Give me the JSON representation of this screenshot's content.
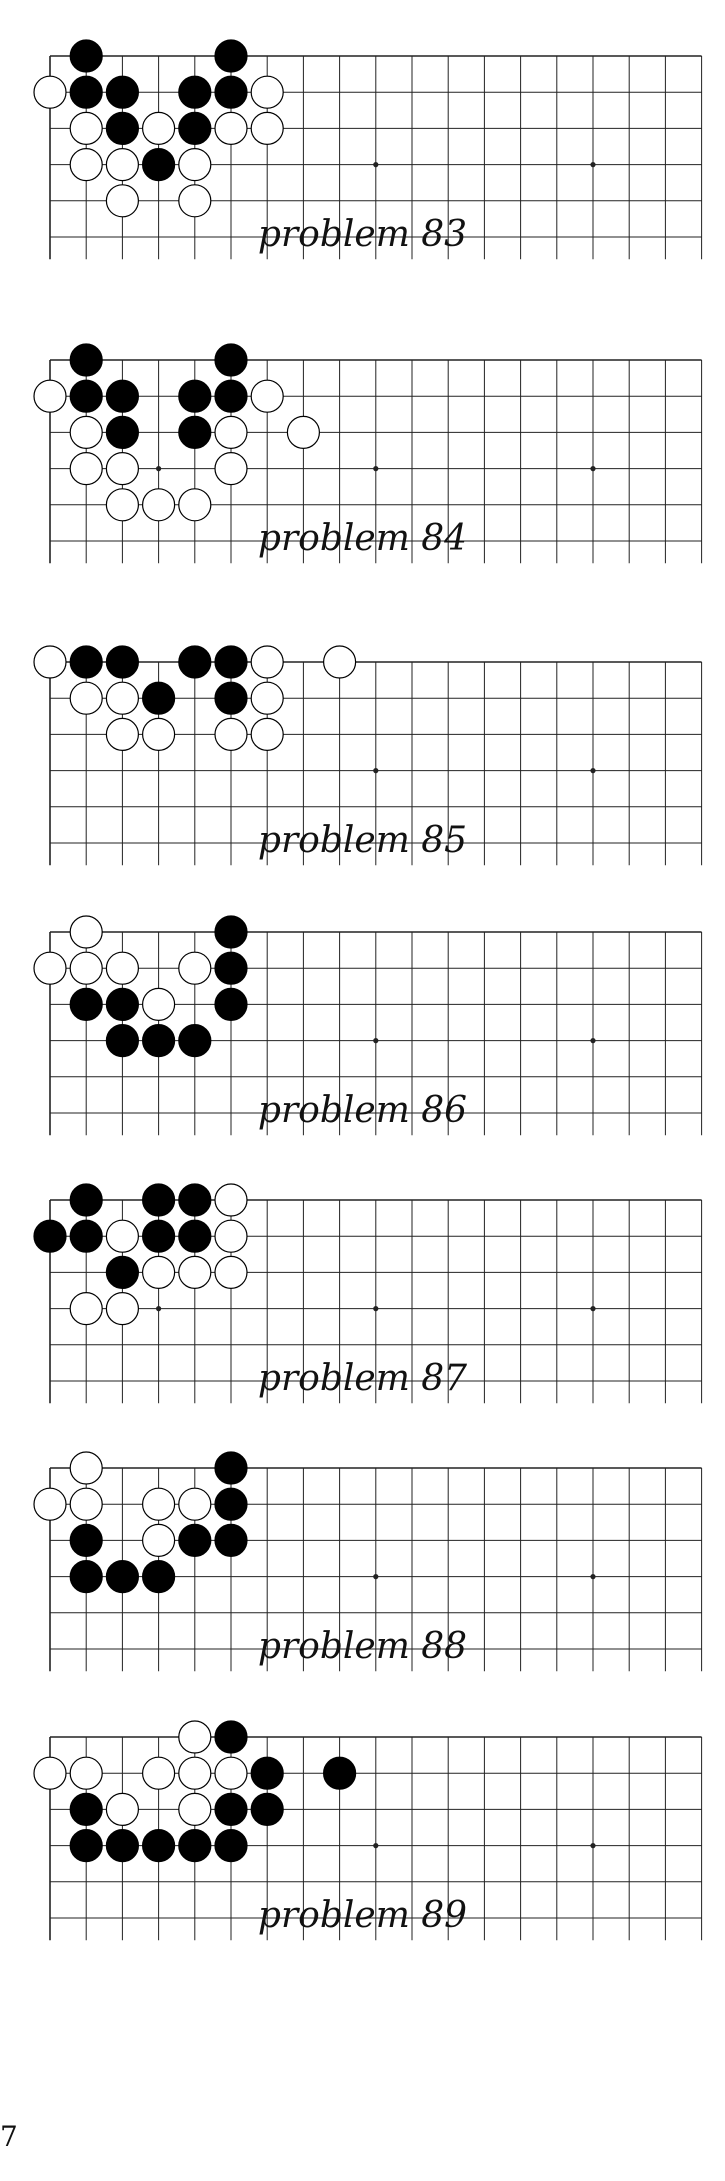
{
  "board": {
    "columns": 19,
    "visible_rows": 6,
    "top_edge": true,
    "left_edge": true
  },
  "problems": [
    {
      "caption": "problem 83",
      "black": [
        [
          1,
          0
        ],
        [
          5,
          0
        ],
        [
          1,
          1
        ],
        [
          2,
          1
        ],
        [
          4,
          1
        ],
        [
          5,
          1
        ],
        [
          2,
          2
        ],
        [
          4,
          2
        ],
        [
          3,
          3
        ]
      ],
      "white": [
        [
          0,
          1
        ],
        [
          6,
          1
        ],
        [
          1,
          2
        ],
        [
          3,
          2
        ],
        [
          5,
          2
        ],
        [
          6,
          2
        ],
        [
          1,
          3
        ],
        [
          2,
          3
        ],
        [
          4,
          3
        ],
        [
          2,
          4
        ],
        [
          4,
          4
        ]
      ],
      "hoshi": [
        [
          9,
          3
        ],
        [
          15,
          3
        ]
      ]
    },
    {
      "caption": "problem 84",
      "black": [
        [
          1,
          0
        ],
        [
          5,
          0
        ],
        [
          1,
          1
        ],
        [
          2,
          1
        ],
        [
          4,
          1
        ],
        [
          5,
          1
        ],
        [
          2,
          2
        ],
        [
          4,
          2
        ]
      ],
      "white": [
        [
          0,
          1
        ],
        [
          6,
          1
        ],
        [
          1,
          2
        ],
        [
          5,
          2
        ],
        [
          7,
          2
        ],
        [
          1,
          3
        ],
        [
          2,
          3
        ],
        [
          5,
          3
        ],
        [
          2,
          4
        ],
        [
          3,
          4
        ],
        [
          4,
          4
        ]
      ],
      "hoshi": [
        [
          3,
          3
        ],
        [
          9,
          3
        ],
        [
          15,
          3
        ]
      ]
    },
    {
      "caption": "problem 85",
      "black": [
        [
          1,
          0
        ],
        [
          2,
          0
        ],
        [
          4,
          0
        ],
        [
          5,
          0
        ],
        [
          3,
          1
        ],
        [
          5,
          1
        ]
      ],
      "white": [
        [
          0,
          0
        ],
        [
          6,
          0
        ],
        [
          8,
          0
        ],
        [
          1,
          1
        ],
        [
          2,
          1
        ],
        [
          6,
          1
        ],
        [
          2,
          2
        ],
        [
          3,
          2
        ],
        [
          5,
          2
        ],
        [
          6,
          2
        ]
      ],
      "hoshi": [
        [
          9,
          3
        ],
        [
          15,
          3
        ]
      ]
    },
    {
      "caption": "problem 86",
      "black": [
        [
          5,
          0
        ],
        [
          5,
          1
        ],
        [
          1,
          2
        ],
        [
          2,
          2
        ],
        [
          5,
          2
        ],
        [
          2,
          3
        ],
        [
          3,
          3
        ],
        [
          4,
          3
        ]
      ],
      "white": [
        [
          1,
          0
        ],
        [
          0,
          1
        ],
        [
          1,
          1
        ],
        [
          2,
          1
        ],
        [
          4,
          1
        ],
        [
          3,
          2
        ]
      ],
      "hoshi": [
        [
          9,
          3
        ],
        [
          15,
          3
        ]
      ]
    },
    {
      "caption": "problem 87",
      "black": [
        [
          1,
          0
        ],
        [
          3,
          0
        ],
        [
          4,
          0
        ],
        [
          0,
          1
        ],
        [
          1,
          1
        ],
        [
          3,
          1
        ],
        [
          4,
          1
        ],
        [
          2,
          2
        ]
      ],
      "white": [
        [
          5,
          0
        ],
        [
          2,
          1
        ],
        [
          5,
          1
        ],
        [
          3,
          2
        ],
        [
          4,
          2
        ],
        [
          5,
          2
        ],
        [
          1,
          3
        ],
        [
          2,
          3
        ]
      ],
      "hoshi": [
        [
          3,
          3
        ],
        [
          9,
          3
        ],
        [
          15,
          3
        ]
      ]
    },
    {
      "caption": "problem 88",
      "black": [
        [
          5,
          0
        ],
        [
          5,
          1
        ],
        [
          1,
          2
        ],
        [
          4,
          2
        ],
        [
          5,
          2
        ],
        [
          1,
          3
        ],
        [
          2,
          3
        ],
        [
          3,
          3
        ]
      ],
      "white": [
        [
          1,
          0
        ],
        [
          0,
          1
        ],
        [
          1,
          1
        ],
        [
          3,
          1
        ],
        [
          4,
          1
        ],
        [
          3,
          2
        ]
      ],
      "hoshi": [
        [
          9,
          3
        ],
        [
          15,
          3
        ]
      ]
    },
    {
      "caption": "problem 89",
      "black": [
        [
          5,
          0
        ],
        [
          6,
          1
        ],
        [
          8,
          1
        ],
        [
          1,
          2
        ],
        [
          5,
          2
        ],
        [
          6,
          2
        ],
        [
          1,
          3
        ],
        [
          2,
          3
        ],
        [
          3,
          3
        ],
        [
          4,
          3
        ],
        [
          5,
          3
        ]
      ],
      "white": [
        [
          4,
          0
        ],
        [
          0,
          1
        ],
        [
          1,
          1
        ],
        [
          3,
          1
        ],
        [
          4,
          1
        ],
        [
          5,
          1
        ],
        [
          2,
          2
        ],
        [
          4,
          2
        ]
      ],
      "hoshi": [
        [
          9,
          3
        ],
        [
          15,
          3
        ]
      ]
    }
  ],
  "page_number": "7",
  "colors": {
    "line": "#222222",
    "black_stone": "#000000",
    "white_stone": "#ffffff",
    "stone_outline": "#000000"
  }
}
